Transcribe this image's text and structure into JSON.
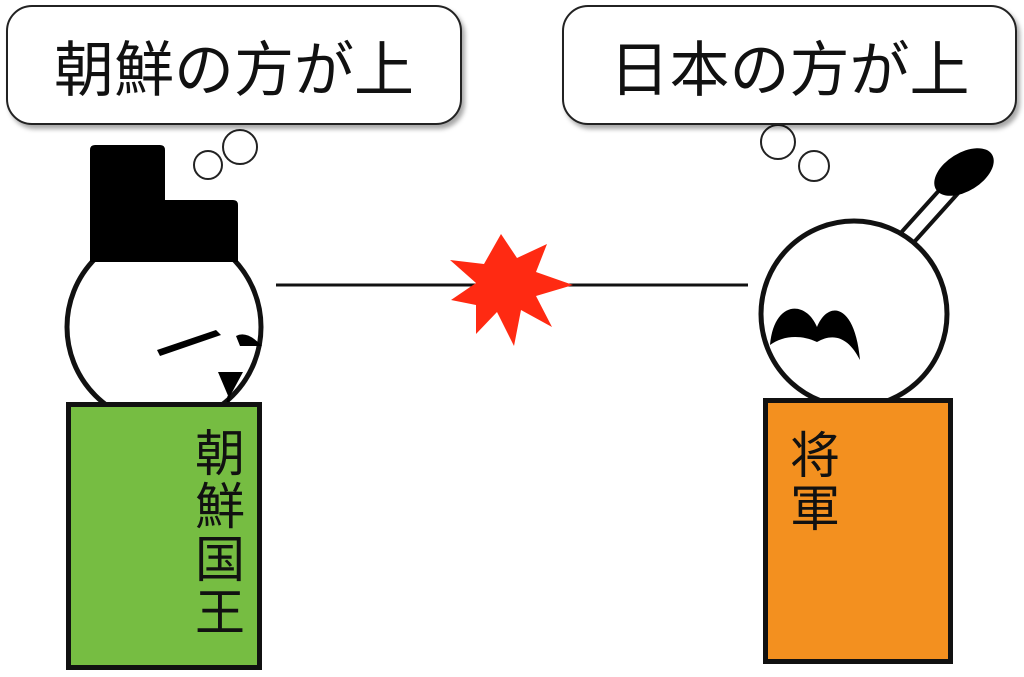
{
  "bubbles": {
    "left": "朝鮮の方が上",
    "right": "日本の方が上"
  },
  "figures": {
    "left": {
      "label": "朝鮮国王",
      "body_color": "#76bd42"
    },
    "right": {
      "label": "将軍",
      "body_color": "#f3901f"
    }
  },
  "colors": {
    "clash": "#ff2a12",
    "outline": "#111111"
  },
  "icons": {
    "clash": "explosion-star-icon"
  }
}
